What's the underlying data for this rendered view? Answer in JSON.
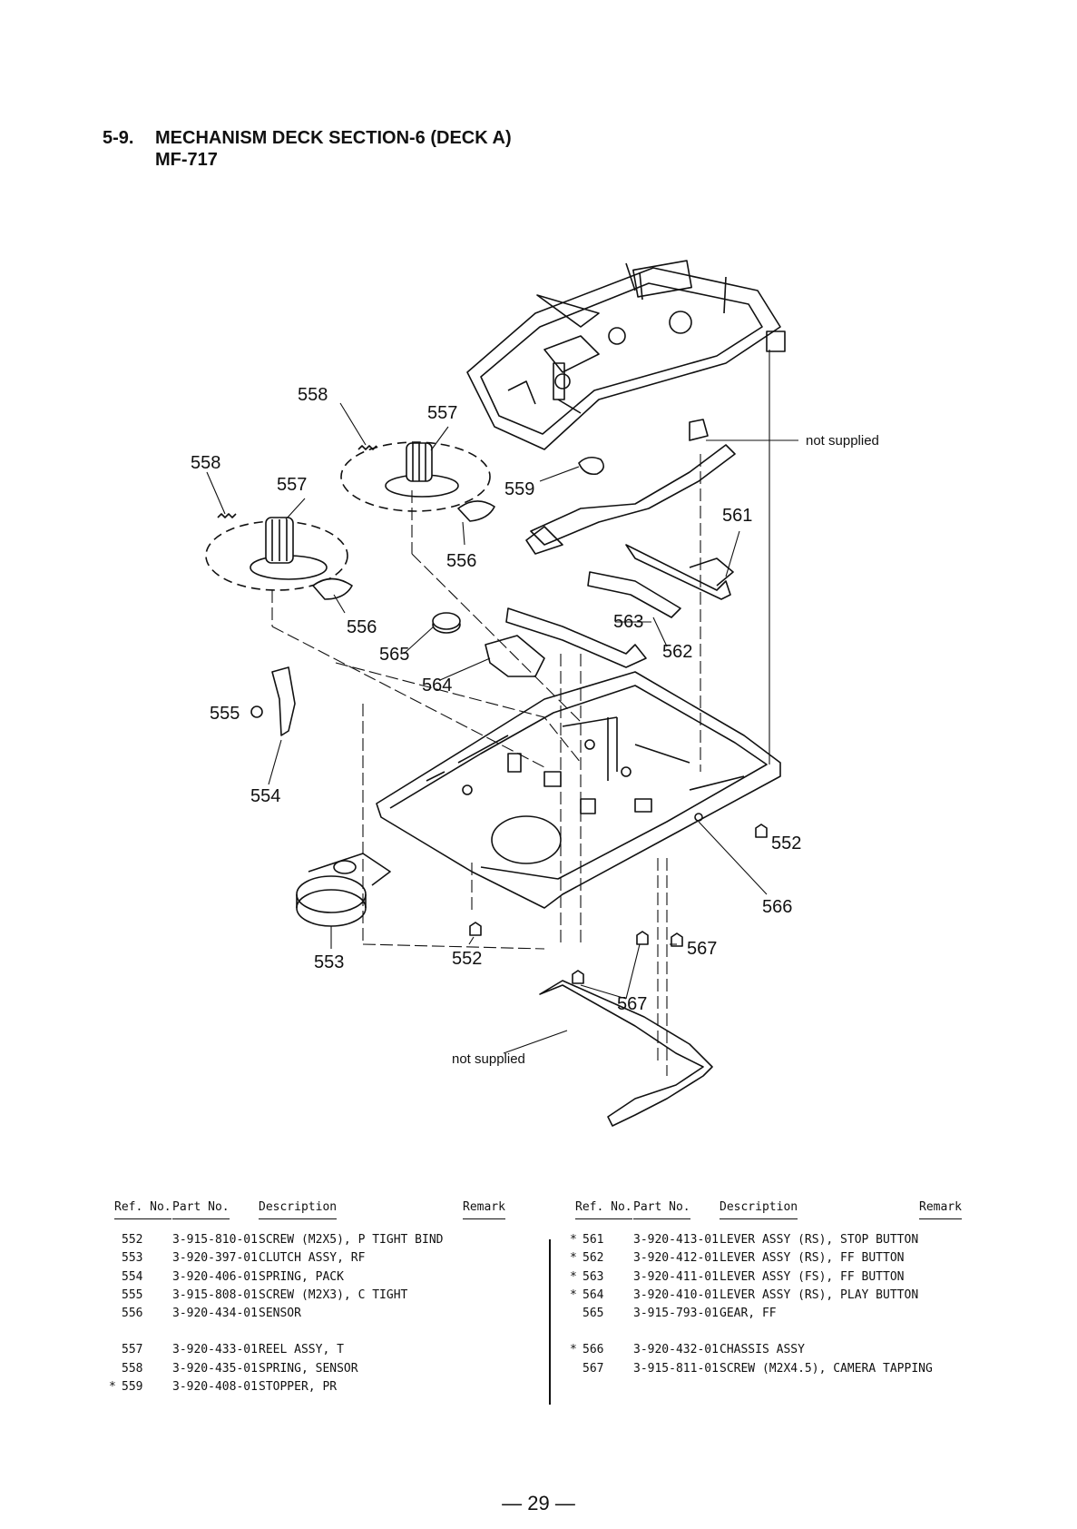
{
  "header": {
    "section_number": "5-9.",
    "section_title": "MECHANISM DECK SECTION-6 (DECK A)",
    "model": "MF-717"
  },
  "diagram": {
    "callouts": {
      "c558a": "558",
      "c557a": "557",
      "c558b": "558",
      "c557b": "557",
      "c559": "559",
      "c561": "561",
      "c556a": "556",
      "c556b": "556",
      "c565": "565",
      "c563": "563",
      "c562": "562",
      "c564": "564",
      "c555": "555",
      "c554": "554",
      "c552a": "552",
      "c566": "566",
      "c553": "553",
      "c552b": "552",
      "c567a": "567",
      "c567b": "567"
    },
    "notes": {
      "not_supplied_top": "not supplied",
      "not_supplied_bottom": "not supplied"
    }
  },
  "table": {
    "headers": {
      "ref_no": "Ref. No.",
      "part_no": "Part No.",
      "description": "Description",
      "remark": "Remark"
    },
    "left_rows": [
      {
        "mark": "",
        "ref": "552",
        "part": "3-915-810-01",
        "desc": "SCREW (M2X5), P TIGHT BIND"
      },
      {
        "mark": "",
        "ref": "553",
        "part": "3-920-397-01",
        "desc": "CLUTCH ASSY, RF"
      },
      {
        "mark": "",
        "ref": "554",
        "part": "3-920-406-01",
        "desc": "SPRING, PACK"
      },
      {
        "mark": "",
        "ref": "555",
        "part": "3-915-808-01",
        "desc": "SCREW (M2X3), C TIGHT"
      },
      {
        "mark": "",
        "ref": "556",
        "part": "3-920-434-01",
        "desc": "SENSOR"
      },
      {
        "mark": "",
        "ref": "557",
        "part": "3-920-433-01",
        "desc": "REEL ASSY, T"
      },
      {
        "mark": "",
        "ref": "558",
        "part": "3-920-435-01",
        "desc": "SPRING, SENSOR"
      },
      {
        "mark": "*",
        "ref": "559",
        "part": "3-920-408-01",
        "desc": "STOPPER, PR"
      }
    ],
    "right_rows": [
      {
        "mark": "*",
        "ref": "561",
        "part": "3-920-413-01",
        "desc": "LEVER ASSY (RS), STOP BUTTON"
      },
      {
        "mark": "*",
        "ref": "562",
        "part": "3-920-412-01",
        "desc": "LEVER ASSY (RS), FF BUTTON"
      },
      {
        "mark": "*",
        "ref": "563",
        "part": "3-920-411-01",
        "desc": "LEVER ASSY (FS), FF BUTTON"
      },
      {
        "mark": "*",
        "ref": "564",
        "part": "3-920-410-01",
        "desc": "LEVER ASSY (RS), PLAY BUTTON"
      },
      {
        "mark": "",
        "ref": "565",
        "part": "3-915-793-01",
        "desc": "GEAR, FF"
      },
      {
        "mark": "*",
        "ref": "566",
        "part": "3-920-432-01",
        "desc": "CHASSIS ASSY"
      },
      {
        "mark": "",
        "ref": "567",
        "part": "3-915-811-01",
        "desc": "SCREW (M2X4.5), CAMERA TAPPING"
      }
    ]
  },
  "footer": {
    "page_number": "— 29 —"
  }
}
